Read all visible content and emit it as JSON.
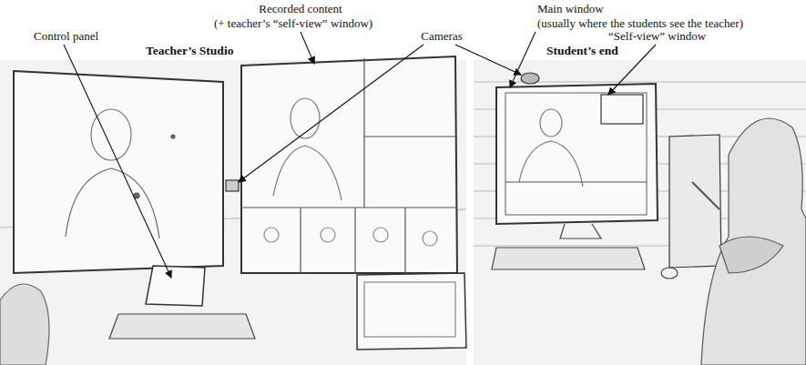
{
  "diagram": {
    "labels": [
      "Recorded content",
      "(+ teacher’s “self-view” window)",
      "Main window",
      "(usually where the students see the teacher)",
      "Control panel",
      "Cameras",
      "“Self-view” window",
      "Teacher’s Studio",
      "Student’s end"
    ]
  }
}
